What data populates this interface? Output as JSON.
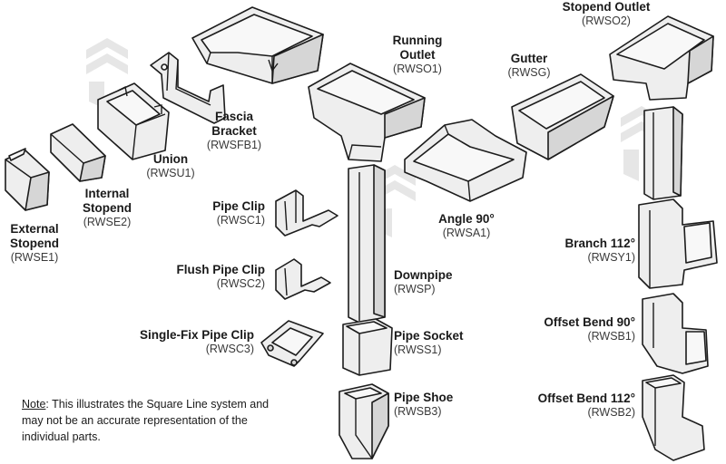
{
  "parts": {
    "external_stopend": {
      "name_l1": "External",
      "name_l2": "Stopend",
      "code": "(RWSE1)"
    },
    "internal_stopend": {
      "name_l1": "Internal",
      "name_l2": "Stopend",
      "code": "(RWSE2)"
    },
    "union": {
      "name": "Union",
      "code": "(RWSU1)"
    },
    "fascia_bracket": {
      "name_l1": "Fascia",
      "name_l2": "Bracket",
      "code": "(RWSFB1)"
    },
    "running_outlet": {
      "name_l1": "Running",
      "name_l2": "Outlet",
      "code": "(RWSO1)"
    },
    "gutter": {
      "name": "Gutter",
      "code": "(RWSG)"
    },
    "stopend_outlet": {
      "name": "Stopend Outlet",
      "code": "(RWSO2)"
    },
    "pipe_clip": {
      "name": "Pipe Clip",
      "code": "(RWSC1)"
    },
    "flush_pipe_clip": {
      "name": "Flush Pipe Clip",
      "code": "(RWSC2)"
    },
    "single_fix_pipe_clip": {
      "name": "Single-Fix Pipe Clip",
      "code": "(RWSC3)"
    },
    "angle_90": {
      "name": "Angle 90°",
      "code": "(RWSA1)"
    },
    "downpipe": {
      "name": "Downpipe",
      "code": "(RWSP)"
    },
    "pipe_socket": {
      "name": "Pipe Socket",
      "code": "(RWSS1)"
    },
    "pipe_shoe": {
      "name": "Pipe Shoe",
      "code": "(RWSB3)"
    },
    "branch_112": {
      "name": "Branch 112°",
      "code": "(RWSY1)"
    },
    "offset_bend_90": {
      "name": "Offset Bend 90°",
      "code": "(RWSB1)"
    },
    "offset_bend_112": {
      "name": "Offset Bend 112°",
      "code": "(RWSB2)"
    }
  },
  "note": {
    "prefix": "Note",
    "text": ": This illustrates the Square Line system and may not be an accurate representation of the individual parts."
  },
  "colors": {
    "part_fill": "#eeeeee",
    "outline": "#1c1c1c",
    "watermark": "#e6e6e6"
  }
}
